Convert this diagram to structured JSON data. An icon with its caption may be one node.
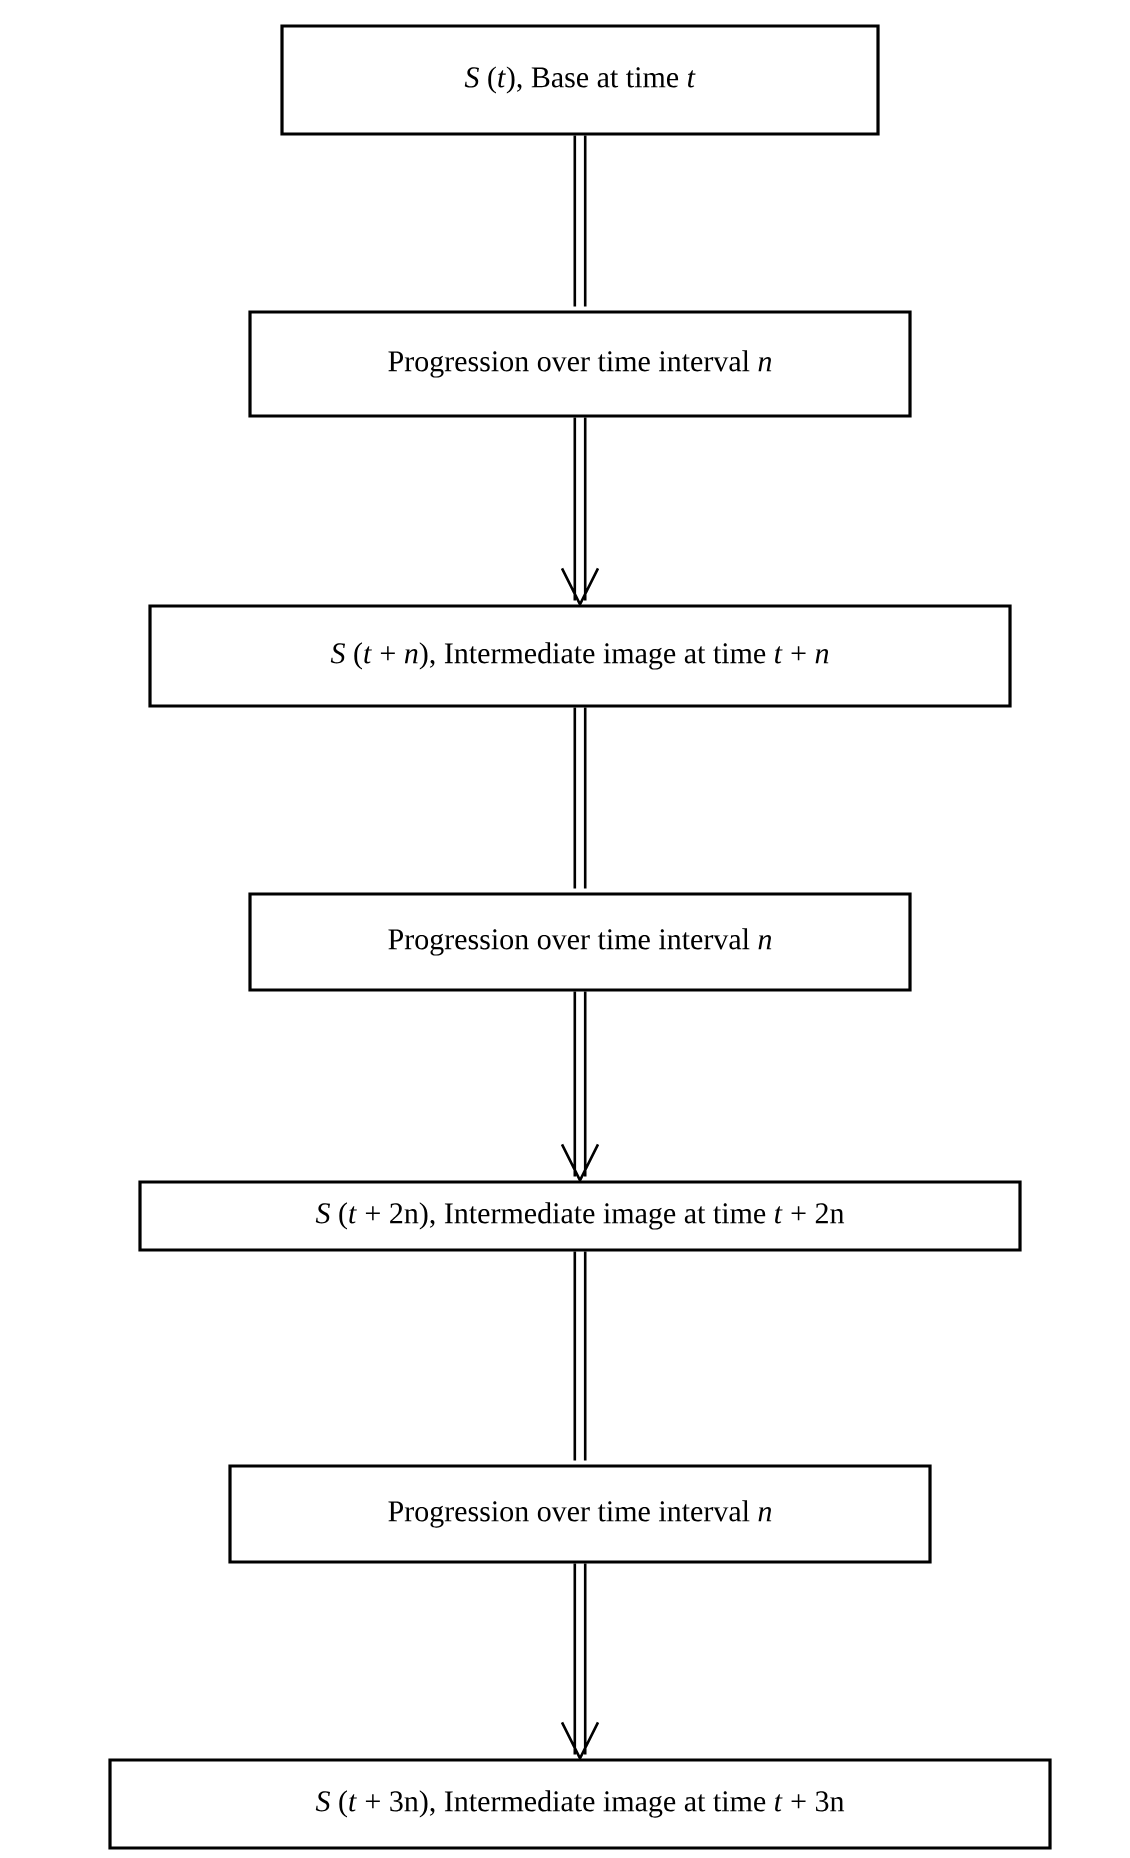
{
  "diagram": {
    "nodes": [
      {
        "text": [
          "*S* (*t*), Base at time *t*"
        ]
      },
      {
        "text": [
          "Progression over time interval *n*"
        ]
      },
      {
        "text": [
          "*S* (*t* + *n*), Intermediate image at time *t* + *n*"
        ]
      },
      {
        "text": [
          "Progression over time interval *n*"
        ]
      },
      {
        "text": [
          "*S* (*t* + 2n), Intermediate image at time *t* + 2n"
        ]
      },
      {
        "text": [
          "Progression over time interval *n*"
        ]
      },
      {
        "text": [
          "*S* (*t* + 3n), Intermediate image at time *t* + 3n"
        ]
      }
    ],
    "edges": [
      {
        "from": 0,
        "to": 1,
        "arrow": "none"
      },
      {
        "from": 1,
        "to": 2,
        "arrow": "to"
      },
      {
        "from": 2,
        "to": 3,
        "arrow": "none"
      },
      {
        "from": 3,
        "to": 4,
        "arrow": "to"
      },
      {
        "from": 4,
        "to": 5,
        "arrow": "none"
      },
      {
        "from": 5,
        "to": 6,
        "arrow": "to"
      }
    ]
  }
}
